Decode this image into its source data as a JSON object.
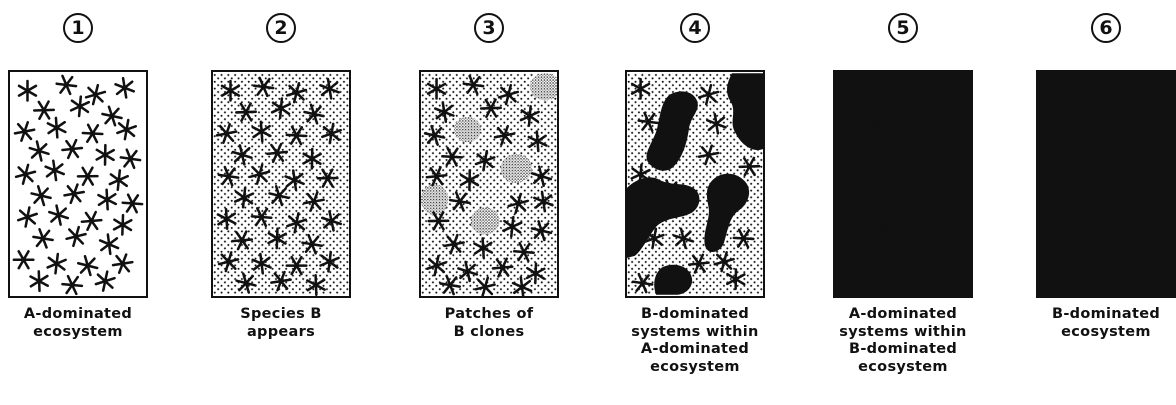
{
  "stages": [
    {
      "number": "1",
      "caption": [
        "A-dominated",
        "ecosystem"
      ]
    },
    {
      "number": "2",
      "caption": [
        "Species B",
        "appears"
      ]
    },
    {
      "number": "3",
      "caption": [
        "Patches  of",
        "B clones"
      ]
    },
    {
      "number": "4",
      "caption": [
        "B-dominated",
        "systems  within",
        "A-dominated",
        "ecosystem"
      ]
    },
    {
      "number": "5",
      "caption": [
        "A-dominated",
        "systems  within",
        "B-dominated",
        "ecosystem"
      ]
    },
    {
      "number": "6",
      "caption": [
        "B-dominated",
        "ecosystem"
      ]
    }
  ],
  "colors": {
    "ink": "#111111",
    "background": "#ffffff"
  }
}
